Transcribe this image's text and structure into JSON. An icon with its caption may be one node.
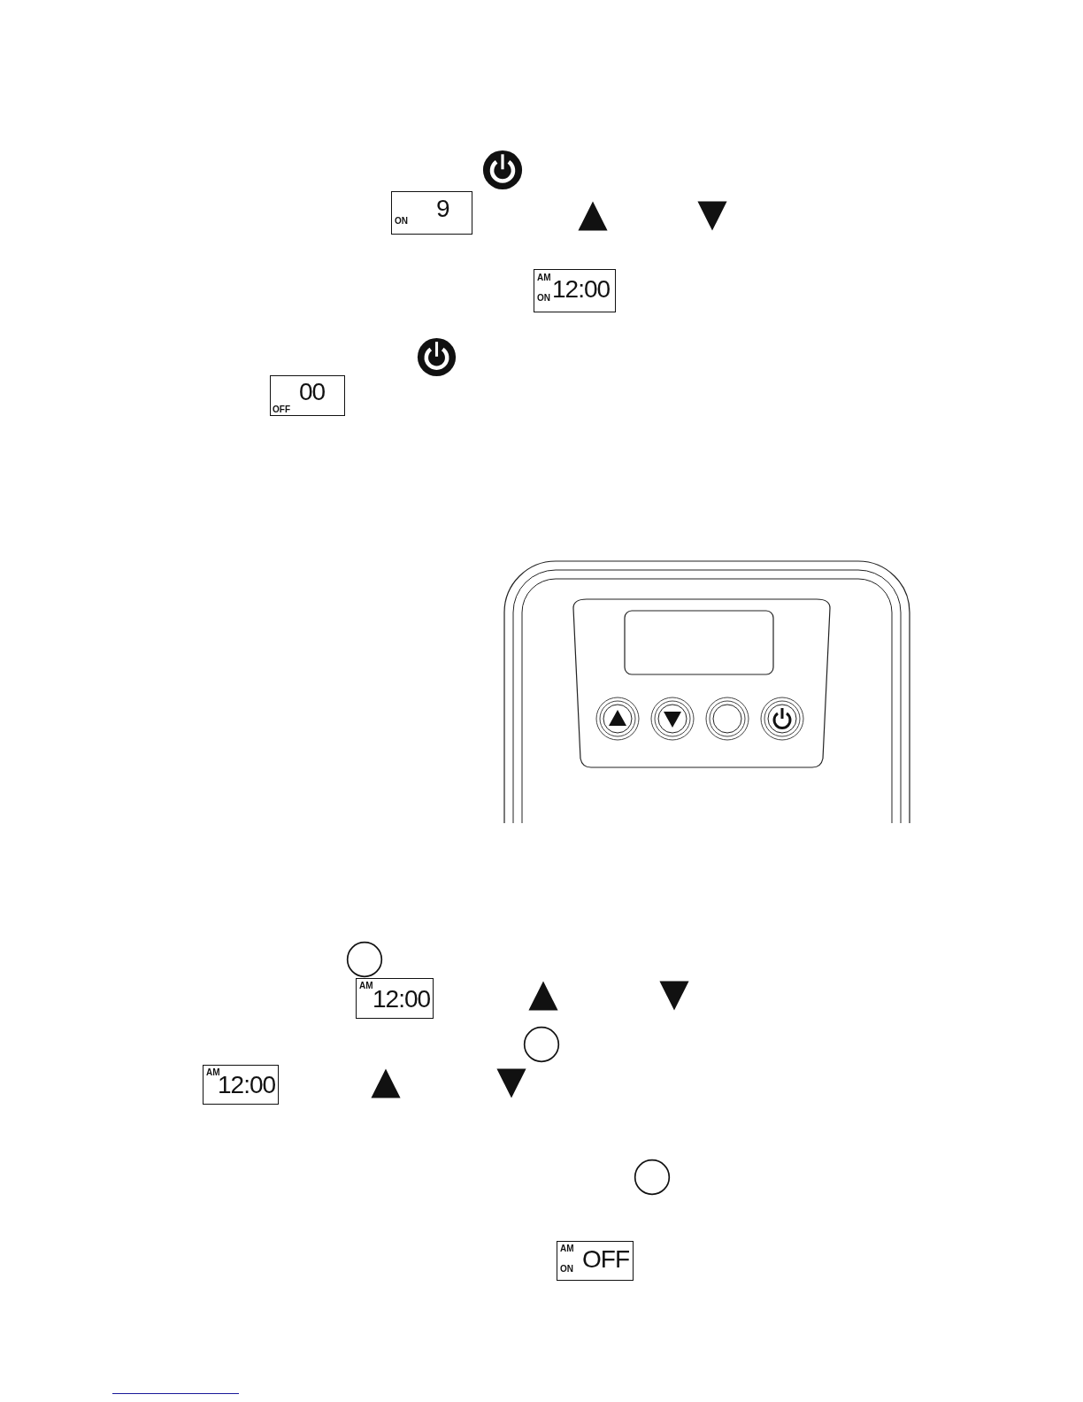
{
  "diagram": {
    "labels": [
      "ON",
      "9",
      "AM",
      "ON",
      "12:00",
      "OFF",
      "00",
      "AM",
      "12:00",
      "AM",
      "12:00",
      "AM",
      "ON",
      "OFF"
    ]
  }
}
